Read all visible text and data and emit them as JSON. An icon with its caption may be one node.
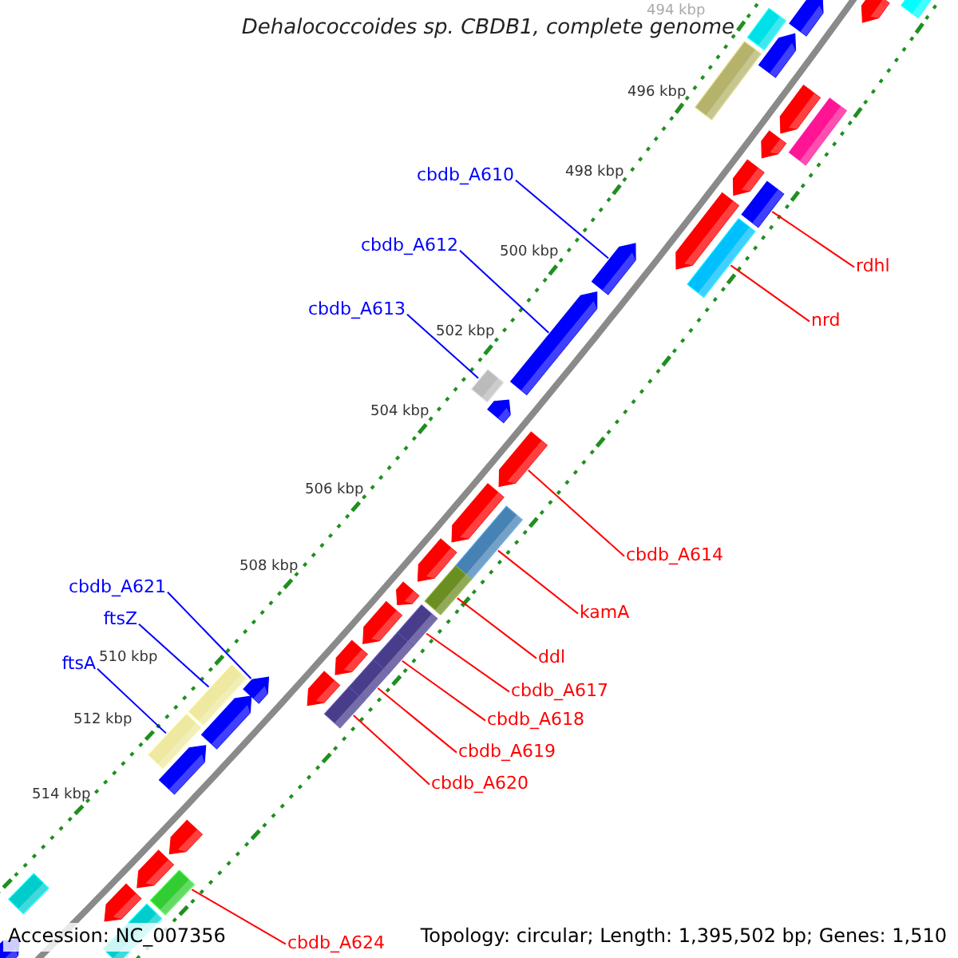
{
  "diagram": {
    "title": "Dehalococcoides sp. CBDB1, complete genome",
    "nodes": [
      {
        "text": [
          "cbdb_A610"
        ]
      },
      {
        "text": [
          "cbdb_A612"
        ]
      },
      {
        "text": [
          "rdhl"
        ]
      },
      {
        "text": [
          "cbdb_A613"
        ]
      },
      {
        "text": [
          "nrd"
        ]
      },
      {
        "text": [
          "cbdb_A614"
        ]
      },
      {
        "text": [
          "cbdb_A621"
        ]
      },
      {
        "text": [
          "kamA"
        ]
      },
      {
        "text": [
          "ftsZ"
        ]
      },
      {
        "text": [
          "ddl"
        ]
      },
      {
        "text": [
          "ftsA"
        ]
      },
      {
        "text": [
          "cbdb_A617"
        ]
      },
      {
        "text": [
          "cbdb_A618"
        ]
      },
      {
        "text": [
          "cbdb_A619"
        ]
      },
      {
        "text": [
          "cbdb_A620"
        ]
      },
      {
        "text": [
          "cbdb_A624"
        ]
      },
      {
        "text": [],
        "shape": "arrow"
      },
      {
        "text": [],
        "shape": "arrow"
      },
      {
        "text": [],
        "shape": "box"
      },
      {
        "text": [],
        "shape": "box"
      },
      {
        "text": [],
        "shape": "arrow"
      },
      {
        "text": [],
        "shape": "box"
      },
      {
        "text": [],
        "shape": "arrow"
      },
      {
        "text": [],
        "shape": "box"
      },
      {
        "text": [],
        "shape": "arrow"
      },
      {
        "text": [],
        "shape": "arrow"
      },
      {
        "text": [],
        "shape": "box"
      },
      {
        "text": [],
        "shape": "arrow"
      },
      {
        "text": [],
        "shape": "arrow"
      },
      {
        "text": [],
        "shape": "box"
      },
      {
        "text": [],
        "shape": "arrow"
      },
      {
        "text": [],
        "shape": "box"
      },
      {
        "text": [],
        "shape": "arrow"
      },
      {
        "text": [],
        "shape": "arrow"
      },
      {
        "text": [],
        "shape": "arrow"
      },
      {
        "text": [],
        "shape": "box"
      },
      {
        "text": [],
        "shape": "arrow"
      },
      {
        "text": [],
        "shape": "box"
      },
      {
        "text": [],
        "shape": "arrow"
      },
      {
        "text": [],
        "shape": "arrow"
      },
      {
        "text": [],
        "shape": "box"
      },
      {
        "text": [],
        "shape": "box"
      },
      {
        "text": [],
        "shape": "arrow"
      },
      {
        "text": [],
        "shape": "box"
      },
      {
        "text": [],
        "shape": "arrow"
      },
      {
        "text": [],
        "shape": "box"
      },
      {
        "text": [],
        "shape": "arrow"
      },
      {
        "text": [],
        "shape": "box"
      },
      {
        "text": [],
        "shape": "arrow"
      },
      {
        "text": [],
        "shape": "box"
      },
      {
        "text": [],
        "shape": "arrow"
      },
      {
        "text": [],
        "shape": "arrow"
      },
      {
        "text": [],
        "shape": "arrow"
      },
      {
        "text": [],
        "shape": "box"
      },
      {
        "text": [],
        "shape": "arrow"
      },
      {
        "text": [],
        "shape": "box"
      },
      {
        "text": [],
        "shape": "box"
      },
      {
        "text": [],
        "shape": "arrow"
      }
    ],
    "edges": [
      {
        "from": 0,
        "to": 28,
        "arrow": "none",
        "color": "#0000ff"
      },
      {
        "from": 1,
        "to": 30,
        "arrow": "none",
        "color": "#0000ff"
      },
      {
        "from": 2,
        "to": 26,
        "arrow": "none"
      },
      {
        "from": 3,
        "to": 31,
        "arrow": "none",
        "color": "#0000ff"
      },
      {
        "from": 4,
        "to": 29,
        "arrow": "none"
      },
      {
        "from": 5,
        "to": 33,
        "arrow": "none"
      },
      {
        "from": 6,
        "to": 44,
        "arrow": "none",
        "color": "#0000ff"
      },
      {
        "from": 7,
        "to": 35,
        "arrow": "none"
      },
      {
        "from": 8,
        "to": 45,
        "arrow": "none",
        "color": "#0000ff"
      },
      {
        "from": 9,
        "to": 37,
        "arrow": "none"
      },
      {
        "from": 10,
        "to": 49,
        "arrow": "none",
        "color": "#0000ff"
      },
      {
        "from": 11,
        "to": 40,
        "arrow": "none"
      },
      {
        "from": 12,
        "to": 41,
        "arrow": "none"
      },
      {
        "from": 13,
        "to": 43,
        "arrow": "none"
      },
      {
        "from": 14,
        "to": 47,
        "arrow": "none"
      },
      {
        "from": 15,
        "to": 53,
        "arrow": "none"
      }
    ],
    "labels": [
      "494 kbp",
      "496 kbp",
      "498 kbp",
      "500 kbp",
      "502 kbp",
      "504 kbp",
      "506 kbp",
      "508 kbp",
      "510 kbp",
      "512 kbp",
      "514 kbp",
      "Accession: NC_007356",
      "Topology: circular; Length: 1,395,502 bp; Genes: 1,510"
    ]
  }
}
